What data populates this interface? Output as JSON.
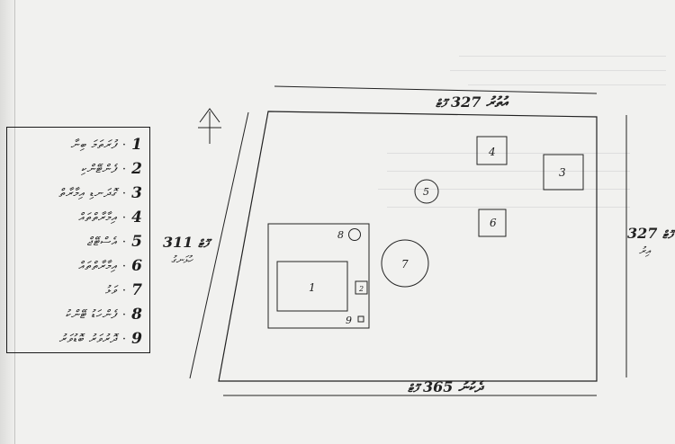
{
  "legend": [
    {
      "num": "1",
      "text": "ފުރަތަމަ ބިނާ"
    },
    {
      "num": "2",
      "text": "ފެންޓޭންކި"
    },
    {
      "num": "3",
      "text": "ގޮދަނޑި އިމާރާތް"
    },
    {
      "num": "4",
      "text": "އިމާރާތްތައް"
    },
    {
      "num": "5",
      "text": "އެސްޓޭޖް"
    },
    {
      "num": "6",
      "text": "އިމާރާތްތައް"
    },
    {
      "num": "7",
      "text": "ވަޅު"
    },
    {
      "num": "8",
      "text": "ފެންހަޑު ޓޭންކު"
    },
    {
      "num": "9",
      "text": "ދޮރުވަރު ބޮޑުވަރު"
    }
  ],
  "roads": {
    "top": {
      "number": "327",
      "unit": "ފޫޓް",
      "name": "އުތުރު"
    },
    "bottom": {
      "number": "365",
      "unit": "ފޫޓް",
      "name": "ދެކުނު"
    },
    "left": {
      "number": "311",
      "unit": "ފޫޓް",
      "name": "ހުޅަނގު"
    },
    "right": {
      "number": "327",
      "unit": "ފޫޓް",
      "name": "އިރު"
    }
  },
  "features": {
    "f1": "1",
    "f2": "2",
    "f3": "3",
    "f4": "4",
    "f5": "5",
    "f6": "6",
    "f7": "7",
    "f8": "8",
    "f9": "9"
  }
}
